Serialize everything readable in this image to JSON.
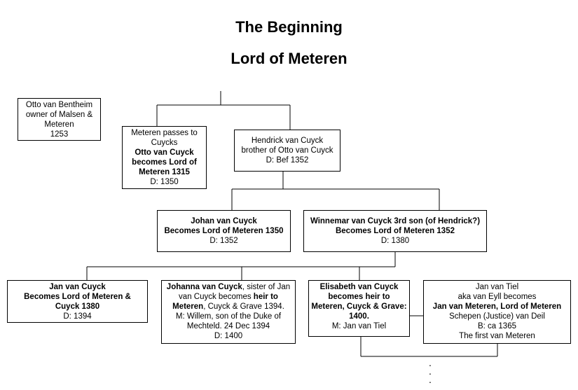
{
  "title": "The Beginning",
  "subtitle": "Lord of Meteren",
  "otto_bentheim": {
    "line1": "Otto van Bentheim",
    "line2": "owner of Malsen &",
    "line3": "Meteren",
    "line4": "1253"
  },
  "otto_cuyck": {
    "line1": "Meteren passes to",
    "line2": "Cuycks",
    "line3": "Otto van Cuyck",
    "line4": "becomes  Lord of",
    "line5": "Meteren 1315",
    "line6": "D: 1350"
  },
  "hendrick": {
    "line1": "Hendrick van Cuyck",
    "line2": "brother of Otto van Cuyck",
    "line3": "D: Bef 1352"
  },
  "johan": {
    "line1": "Johan van Cuyck",
    "line2": "Becomes Lord of Meteren 1350",
    "line3": "D: 1352"
  },
  "winnemar": {
    "line1": "Winnemar van Cuyck 3rd son (of Hendrick?)",
    "line2": "Becomes Lord of Meteren 1352",
    "line3": "D: 1380"
  },
  "jan_cuyck": {
    "line1": "Jan van Cuyck",
    "line2": "Becomes Lord of Meteren &",
    "line3": "Cuyck 1380",
    "line4": "D: 1394"
  },
  "johanna": {
    "name": "Johanna van Cuyck",
    "line1_rest": ", sister of Jan",
    "line2_a": "van Cuyck becomes ",
    "line2_b": "heir to",
    "line3_a": "Meteren",
    "line3_b": ", Cuyck & Grave 1394.",
    "line4": "M: Willem, son of the Duke of",
    "line5": "Mechteld. 24 Dec 1394",
    "line6": "D: 1400"
  },
  "elisabeth": {
    "line1": "Elisabeth van Cuyck",
    "line2": "becomes heir to",
    "line3": "Meteren, Cuyck & Grave:",
    "line4": "1400.",
    "line5": "M: Jan van Tiel"
  },
  "jan_tiel": {
    "line1": "Jan van Tiel",
    "line2": "aka van Eyll becomes",
    "line3": "Jan van Meteren, Lord of Meteren",
    "line4": "Schepen (Justice) van Deil",
    "line5": "B: ca 1365",
    "line6": "The first van Meteren"
  },
  "continuation": "."
}
